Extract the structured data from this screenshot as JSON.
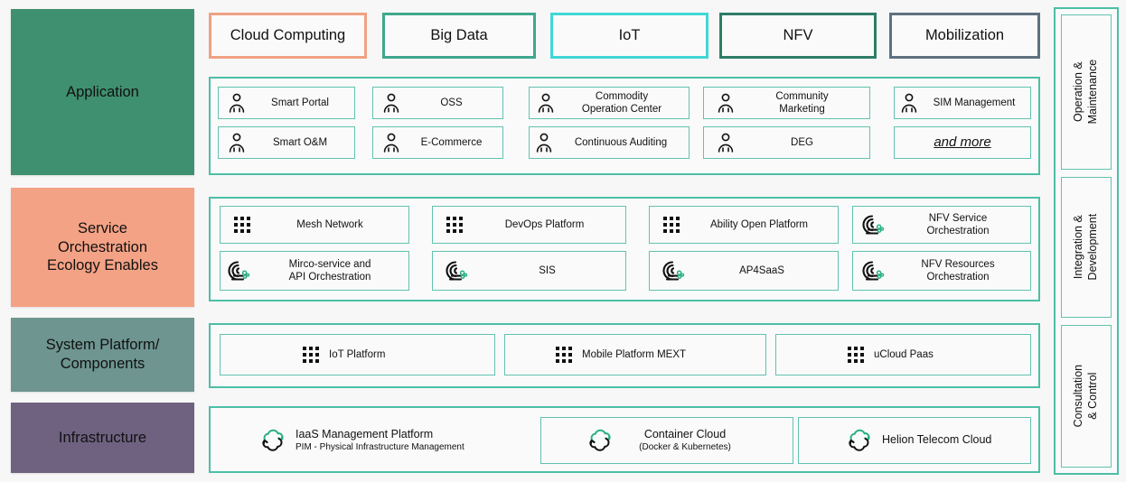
{
  "layers": [
    {
      "id": "application",
      "label": "Application",
      "color": "#3f9071"
    },
    {
      "id": "service",
      "label": "Service\nOrchestration\nEcology Enables",
      "color": "#f4a285"
    },
    {
      "id": "system",
      "label": "System Platform/\nComponents",
      "color": "#6e9590"
    },
    {
      "id": "infrastructure",
      "label": "Infrastructure",
      "color": "#6e6280"
    }
  ],
  "categories": [
    {
      "label": "Cloud Computing",
      "border": "#f0a183"
    },
    {
      "label": "Big Data",
      "border": "#3fa78c"
    },
    {
      "label": "IoT",
      "border": "#41d6d6"
    },
    {
      "label": "NFV",
      "border": "#2f7d66"
    },
    {
      "label": "Mobilization",
      "border": "#5f7180"
    }
  ],
  "application_items": [
    {
      "label": "Smart Portal",
      "icon": "person-icon"
    },
    {
      "label": "OSS",
      "icon": "person-icon"
    },
    {
      "label": "Commodity\nOperation Center",
      "icon": "person-icon"
    },
    {
      "label": "Community\nMarketing",
      "icon": "person-icon"
    },
    {
      "label": "SIM Management",
      "icon": "person-icon"
    },
    {
      "label": "Smart O&M",
      "icon": "person-icon"
    },
    {
      "label": "E-Commerce",
      "icon": "person-icon"
    },
    {
      "label": "Continuous Auditing",
      "icon": "person-icon"
    },
    {
      "label": "DEG",
      "icon": "person-icon"
    },
    {
      "label": "and more",
      "icon": "none"
    }
  ],
  "service_items": [
    {
      "label": "Mesh Network",
      "icon": "grid-dots-icon"
    },
    {
      "label": "DevOps Platform",
      "icon": "grid-dots-icon"
    },
    {
      "label": "Ability Open Platform",
      "icon": "grid-dots-icon"
    },
    {
      "label": "NFV Service\nOrchestration",
      "icon": "orchestration-icon"
    },
    {
      "label": "Mirco-service and\nAPI Orchestration",
      "icon": "orchestration-icon"
    },
    {
      "label": "SIS",
      "icon": "orchestration-icon"
    },
    {
      "label": "AP4SaaS",
      "icon": "orchestration-icon"
    },
    {
      "label": "NFV Resources\nOrchestration",
      "icon": "orchestration-icon"
    }
  ],
  "system_items": [
    {
      "label": "IoT Platform",
      "icon": "grid-dots-icon"
    },
    {
      "label": "Mobile Platform MEXT",
      "icon": "grid-dots-icon"
    },
    {
      "label": "uCloud Paas",
      "icon": "grid-dots-icon"
    }
  ],
  "infrastructure_items": [
    {
      "title": "IaaS Management Platform",
      "subtitle": "PIM - Physical Infrastructure Management",
      "icon": "cloud-sync-icon",
      "boxed": false
    },
    {
      "title": "Container Cloud",
      "subtitle": "(Docker & Kubernetes)",
      "icon": "cloud-sync-icon",
      "boxed": true
    },
    {
      "title": "Helion Telecom Cloud",
      "subtitle": "",
      "icon": "cloud-sync-icon",
      "boxed": true
    }
  ],
  "sidebar_items": [
    {
      "label": "Operation &\nMaintenance"
    },
    {
      "label": "Integration &\nDevelopment"
    },
    {
      "label": "Consultation & Control"
    }
  ],
  "colors": {
    "accent_teal": "#4cbfa6",
    "card_border": "#62c2b0",
    "panel_bg": "#fafafa",
    "page_bg": "#f7f7f7",
    "icon_green": "#27b07e"
  }
}
